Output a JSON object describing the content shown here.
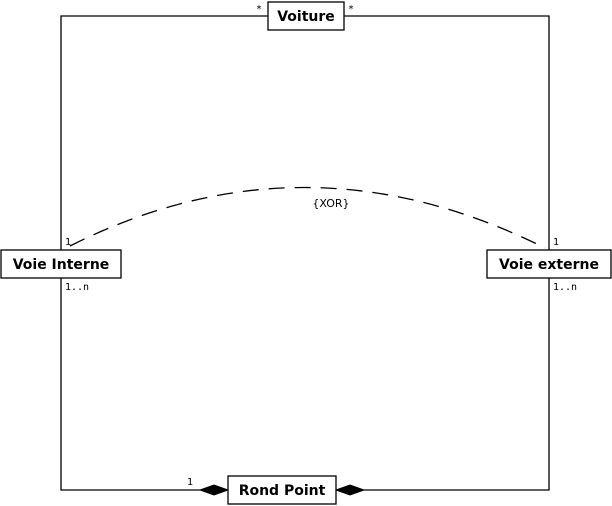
{
  "classes": {
    "voiture": "Voiture",
    "voie_interne": "Voie Interne",
    "voie_externe": "Voie externe",
    "rond_point": "Rond Point"
  },
  "multiplicities": {
    "voiture_left": "*",
    "voiture_right": "*",
    "interne_top": "1",
    "externe_top": "1",
    "interne_bottom": "1..n",
    "externe_bottom": "1..n",
    "rond_point_left": "1"
  },
  "constraint": "{XOR}"
}
